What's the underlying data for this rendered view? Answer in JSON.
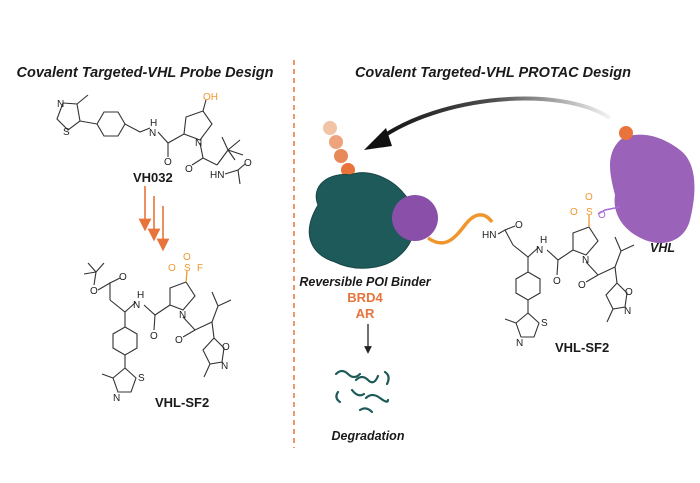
{
  "left_panel": {
    "title": "Covalent Targeted-VHL Probe Design",
    "start_compound": {
      "label": "VH032",
      "atoms": [
        "N",
        "S",
        "H",
        "N",
        "O",
        "N",
        "OH",
        "O",
        "HN",
        "O"
      ]
    },
    "product_compound": {
      "label": "VHL-SF2",
      "atoms": [
        "O",
        "O",
        "H",
        "N",
        "O",
        "N",
        "O",
        "S",
        "O",
        "F",
        "O",
        "O",
        "N",
        "S",
        "N"
      ]
    }
  },
  "right_panel": {
    "title": "Covalent Targeted-VHL PROTAC Design",
    "poi_label": "Reversible POI Binder",
    "targets": [
      "BRD4",
      "AR"
    ],
    "outcome_label": "Degradation",
    "e3_label": "VHL",
    "protac_compound": {
      "label": "VHL-SF2",
      "atoms": [
        "HN",
        "O",
        "H",
        "N",
        "O",
        "N",
        "O",
        "O",
        "S",
        "O",
        "O",
        "O",
        "N",
        "S",
        "N"
      ]
    }
  },
  "colors": {
    "accent_orange": "#e8743b",
    "sulfonyl_orange": "#f0962e",
    "poi_teal": "#1f5a5a",
    "vhl_purple": "#9a62b8",
    "divider": "#e8743b"
  }
}
